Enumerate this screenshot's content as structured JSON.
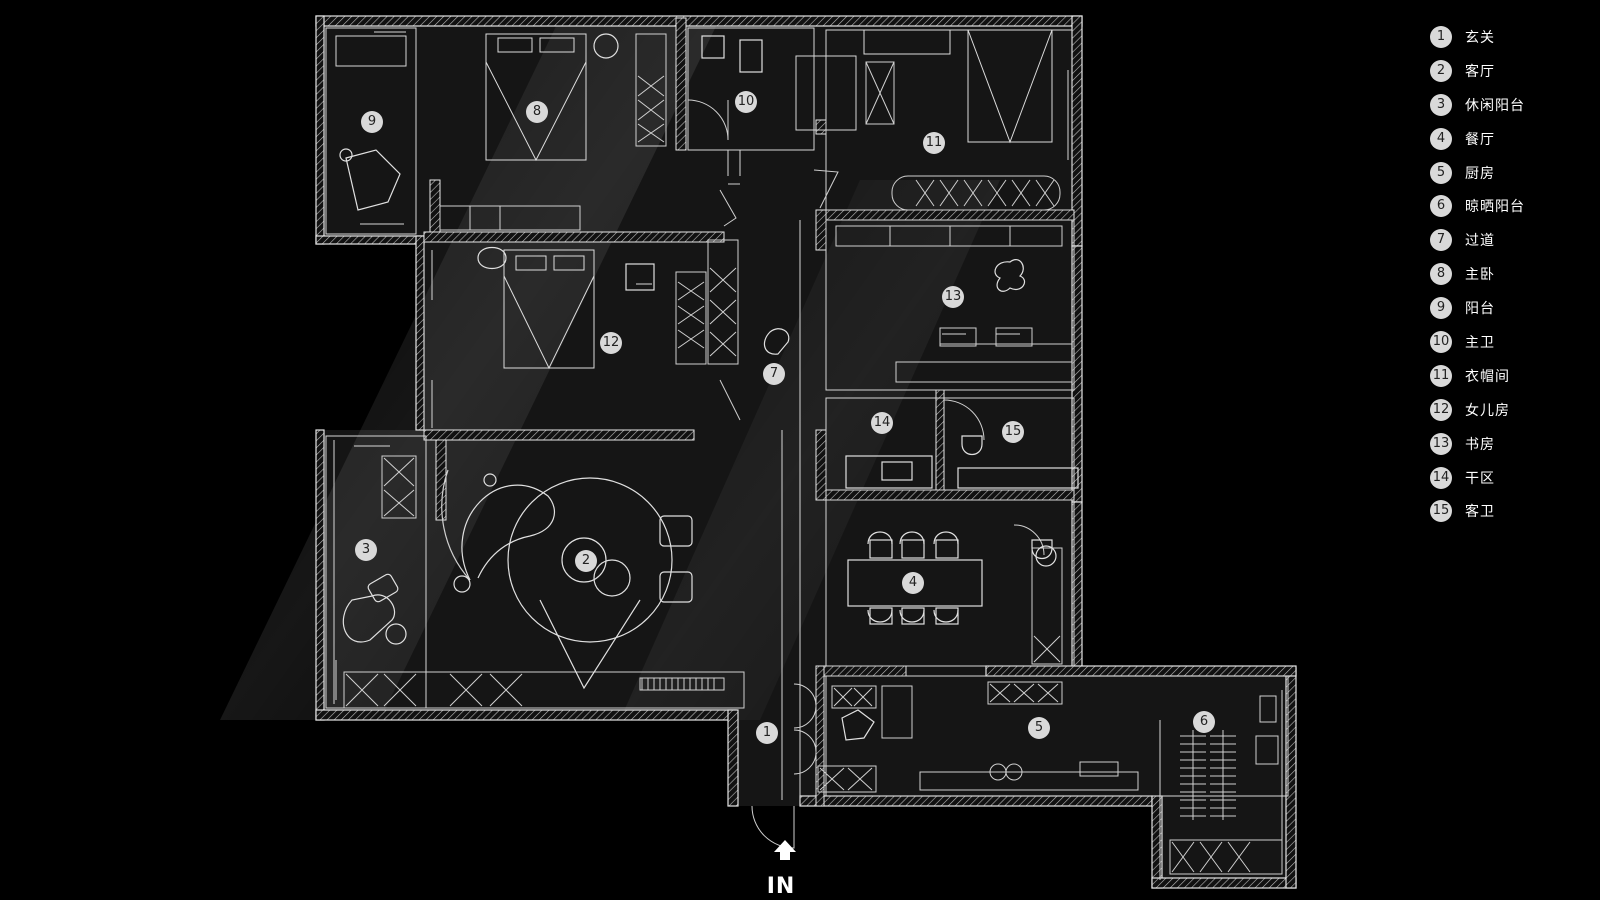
{
  "legend": {
    "items": [
      {
        "num": "1",
        "label": "玄关"
      },
      {
        "num": "2",
        "label": "客厅"
      },
      {
        "num": "3",
        "label": "休闲阳台"
      },
      {
        "num": "4",
        "label": "餐厅"
      },
      {
        "num": "5",
        "label": "厨房"
      },
      {
        "num": "6",
        "label": "晾晒阳台"
      },
      {
        "num": "7",
        "label": "过道"
      },
      {
        "num": "8",
        "label": "主卧"
      },
      {
        "num": "9",
        "label": "阳台"
      },
      {
        "num": "10",
        "label": "主卫"
      },
      {
        "num": "11",
        "label": "衣帽间"
      },
      {
        "num": "12",
        "label": "女儿房"
      },
      {
        "num": "13",
        "label": "书房"
      },
      {
        "num": "14",
        "label": "干区"
      },
      {
        "num": "15",
        "label": "客卫"
      }
    ]
  },
  "rooms": [
    "1",
    "2",
    "3",
    "4",
    "5",
    "6",
    "7",
    "8",
    "9",
    "10",
    "11",
    "12",
    "13",
    "14",
    "15"
  ],
  "entry": {
    "label": "IN"
  },
  "colors": {
    "background": "#000000",
    "line": "#e6e6e6",
    "badge": "#d9d9d9",
    "badge_text": "#222222"
  }
}
